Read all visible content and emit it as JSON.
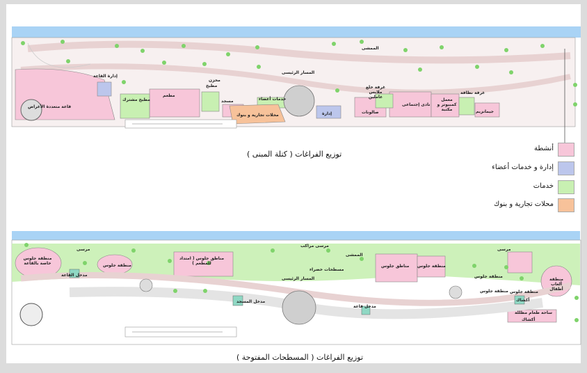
{
  "top_plan": {
    "caption": "توزيع الفراغات ( كتلة المبنى )",
    "labels": {
      "promenade": "الممشى",
      "main_path": "المسار الرئيسى",
      "hall_admin": "إدارة القاعة",
      "storage": "مخزن",
      "kitchen": "مطبخ",
      "shared_kitchen": "مطبخ مشترك",
      "restaurant": "مطعم",
      "multi_hall": "قاعة متعددة الأغراض",
      "mosque": "مسجد",
      "member_services": "خدمات أعضاء",
      "shops_banks": "محلات تجارية و بنوك",
      "admin": "إدارة",
      "halls": "صالونات",
      "locker_room": "غرفة خلع ملابس عاملين",
      "social_club": "نادى إجتماعى",
      "cleaning_room": "غرفة نظافة",
      "computer_lab": "معمل كمبيوتر و مكتبة",
      "gym": "جيمانزيم"
    }
  },
  "legend": [
    {
      "label": "أنشطة",
      "color": "#f7c6d9"
    },
    {
      "label": "إدارة و خدمات أعضاء",
      "color": "#bcc6ec"
    },
    {
      "label": "خدمات",
      "color": "#c8f0b2"
    },
    {
      "label": "محلات تجارية و بنوك",
      "color": "#f7c29a"
    }
  ],
  "bottom_plan": {
    "caption": "توزيع الفراغات ( المسطحات المفتوحة )",
    "labels": {
      "marina_left": "مرسى",
      "marina_center": "مرسى مراكب",
      "marina_right": "مرسى",
      "promenade": "الممشى",
      "green_areas": "مسطحات خضراء",
      "main_path": "المسار الرئيسى",
      "seating_hall": "منطقة جلوس خاصة بالقاعة",
      "seating_1": "منطقة جلوس",
      "seating_restaurant": "مناطق جلوس ( امتداد للمطعم )",
      "seating_2": "مناطق جلوس",
      "seating_3": "منطقة جلوس",
      "seating_4": "منطقة جلوس",
      "seating_5": "منطقة جلوس",
      "seating_6": "منطقة جلوس",
      "kids_play": "منطقة ألعاب أطفال",
      "hall_entrance": "مدخل القاعة",
      "mosque_entrance": "مدخل المسجد",
      "hall_entrance_2": "مدخل قاعة",
      "kiosks": "أكشاك",
      "kiosks_2": "أكشاك",
      "dining_plaza": "ساحة طعام مظللة"
    }
  }
}
